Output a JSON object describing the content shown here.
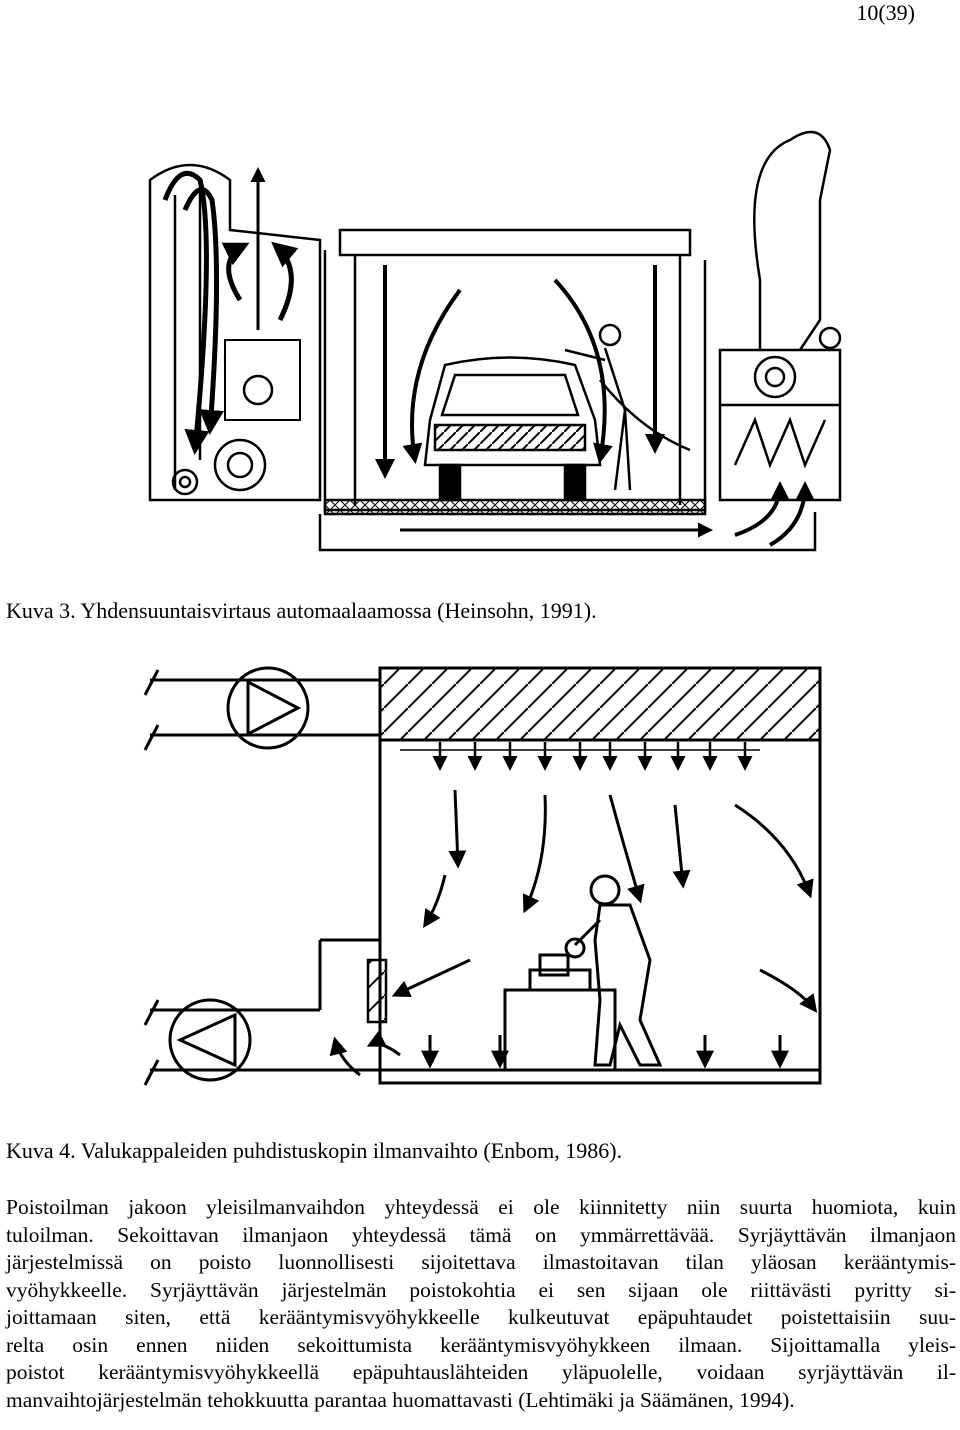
{
  "page_number": "10(39)",
  "figures": [
    {
      "caption": "Kuva 3. Yhdensuuntaisvirtaus automaalaamossa (Heinsohn, 1991).",
      "illustration": "paint-booth-diagram"
    },
    {
      "caption": "Kuva 4. Valukappaleiden puhdistuskopin ilmanvaihto (Enbom, 1986).",
      "illustration": "cleaning-booth-diagram"
    }
  ],
  "body": {
    "lines": [
      "Poistoilman jakoon yleisilmanvaihdon yhteydessä ei ole kiinnitetty niin suurta huomiota, kuin",
      "tuloilman. Sekoittavan ilmanjaon yhteydessä tämä on ymmärrettävää. Syrjäyttävän ilmanjaon",
      "järjestelmissä on poisto luonnollisesti sijoitettava ilmastoitavan tilan yläosan kerääntymis-",
      "vyöhykkeelle. Syrjäyttävän järjestelmän poistokohtia ei sen sijaan ole riittävästi pyritty si-",
      "joittamaan siten, että kerääntymisvyöhykkeelle kulkeutuvat epäpuhtaudet poistettaisiin suu-",
      "relta osin ennen niiden sekoittumista kerääntymisvyöhykkeen ilmaan. Sijoittamalla yleis-",
      "poistot kerääntymisvyöhykkeellä epäpuhtauslähteiden yläpuolelle, voidaan syrjäyttävän il-",
      "manvaihtojärjestelmän tehokkuutta parantaa huomattavasti (Lehtimäki ja Säämänen, 1994)."
    ]
  }
}
